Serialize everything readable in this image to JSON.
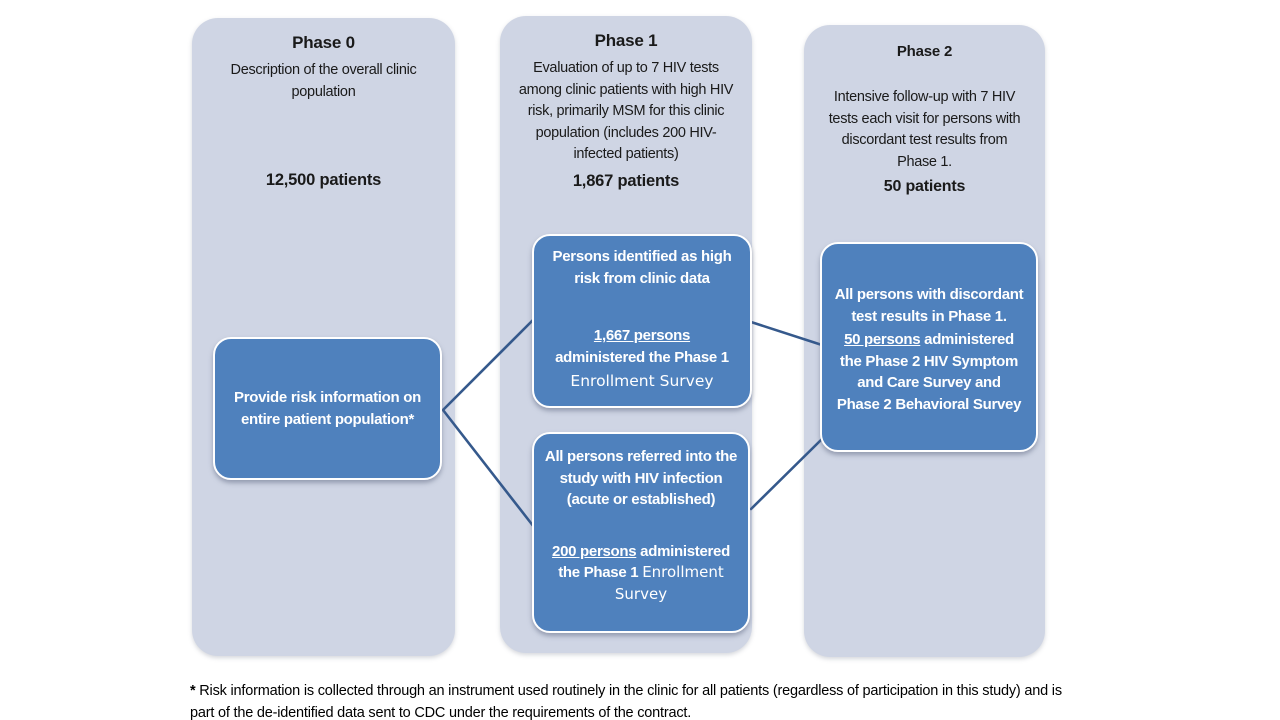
{
  "colors": {
    "page_bg": "#ffffff",
    "column_bg": "#cfd5e4",
    "box_bg": "#4f81bd",
    "box_border": "#ffffff",
    "line": "#35598c",
    "heading_text": "#1a1a1a",
    "box_text": "#ffffff",
    "footnote_text": "#000000"
  },
  "columns": [
    {
      "title": "Phase 0",
      "description": "Description of the overall clinic population",
      "count": "12,500 patients",
      "box": {
        "text": "Provide risk information on entire patient population*"
      }
    },
    {
      "title": "Phase 1",
      "description": "Evaluation of up to 7 HIV tests among clinic patients with high HIV risk, primarily MSM for this clinic population (includes 200 HIV-infected patients)",
      "count": "1,867 patients",
      "boxes": [
        {
          "intro": "Persons identified as high risk from clinic data",
          "count_underlined": "1,667 persons",
          "after_count": "administered the Phase 1",
          "alt_text": "Enrollment Survey"
        },
        {
          "intro": "All persons  referred into the study  with HIV infection (acute or established)",
          "count_underlined": "200 persons",
          "after_count": " administered the Phase 1 ",
          "alt_text": "Enrollment Survey"
        }
      ]
    },
    {
      "title": "Phase 2",
      "description": "Intensive follow-up with 7 HIV tests each visit for persons with discordant test results from Phase 1.",
      "count": "50 patients",
      "box": {
        "intro": "All persons with discordant test results in Phase 1.",
        "count_underlined": "50 persons",
        "after_count": " administered the Phase 2 HIV Symptom and Care Survey and Phase 2 Behavioral Survey"
      }
    }
  ],
  "footnote": {
    "marker": "*",
    "text": " Risk information is collected through an instrument used routinely in the clinic for all patients (regardless of participation in this study) and is part of the de-identified data sent to CDC under the requirements of the contract."
  }
}
